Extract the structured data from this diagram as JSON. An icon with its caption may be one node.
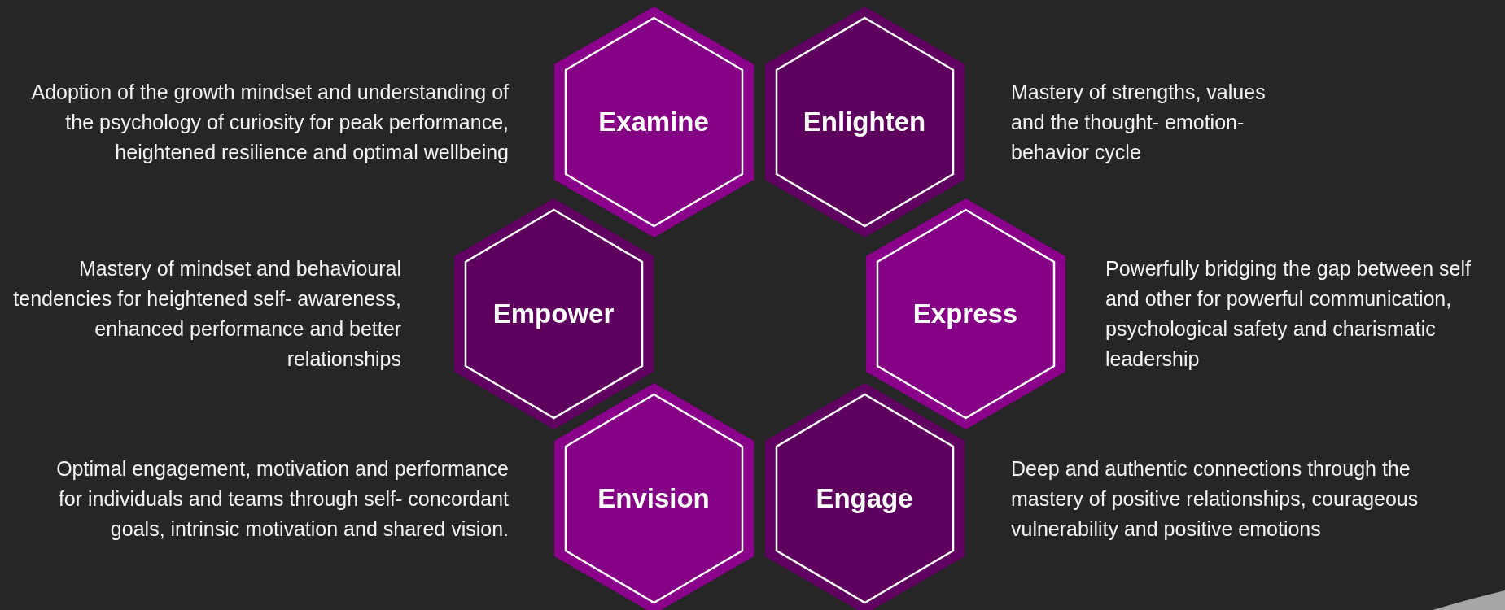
{
  "diagram": {
    "nodes": [
      {
        "text": [
          "Examine"
        ],
        "beside": [
          "Adoption of the growth mindset and understanding of the psychology of curiosity for peak performance, heightened resilience and optimal wellbeing"
        ]
      },
      {
        "text": [
          "Enlighten"
        ],
        "beside": [
          "Mastery of strengths, values and the thought- emotion- behavior cycle"
        ]
      },
      {
        "text": [
          "Empower"
        ],
        "beside": [
          "Mastery of mindset and behavioural tendencies for heightened self- awareness, enhanced performance and better relationships"
        ]
      },
      {
        "text": [
          "Express"
        ],
        "beside": [
          "Powerfully bridging the gap between self and other for powerful communication, psychological safety and charismatic leadership"
        ]
      },
      {
        "text": [
          "Envision"
        ],
        "beside": [
          "Optimal engagement, motivation and performance for individuals and teams through self- concordant goals, intrinsic motivation and shared vision."
        ]
      },
      {
        "text": [
          "Engage"
        ],
        "beside": [
          "Deep and authentic connections through the mastery of positive relationships, courageous vulnerability and positive emotions"
        ]
      }
    ]
  }
}
